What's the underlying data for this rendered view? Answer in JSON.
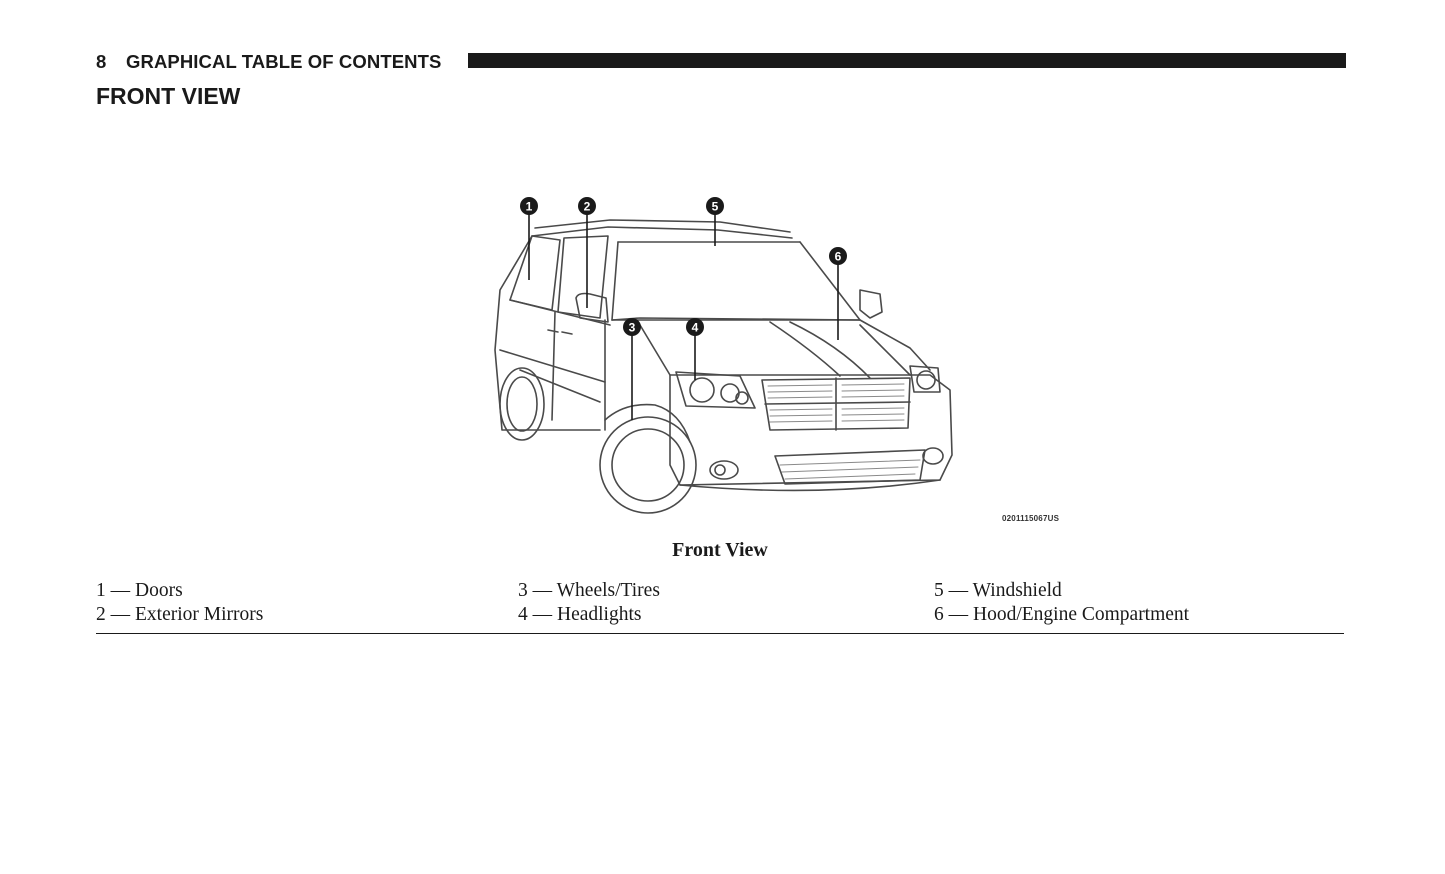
{
  "header": {
    "page_number": "8",
    "section_title": "GRAPHICAL TABLE OF CONTENTS"
  },
  "page_heading": "FRONT VIEW",
  "figure": {
    "image_code": "0201115067US",
    "callouts": [
      "1",
      "2",
      "3",
      "4",
      "5",
      "6"
    ],
    "caption": "Front View"
  },
  "legend": {
    "col1": [
      "1 — Doors",
      "2 — Exterior Mirrors"
    ],
    "col2": [
      "3 — Wheels/Tires",
      "4 — Headlights"
    ],
    "col3": [
      "5 — Windshield",
      "6 — Hood/Engine Compartment"
    ]
  }
}
